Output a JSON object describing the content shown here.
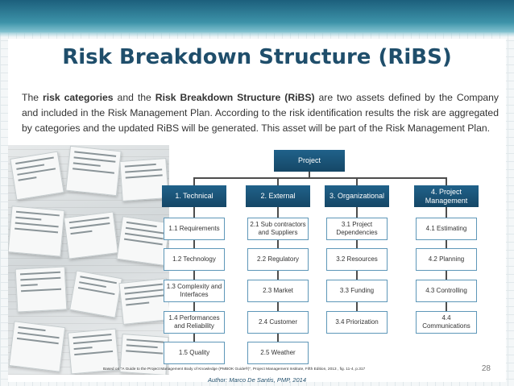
{
  "slide": {
    "title": "Risk Breakdown Structure (RiBS)",
    "intro": {
      "t1": "The ",
      "b1": "risk categories",
      "t2": " and the ",
      "b2": "Risk Breakdown Structure (RiBS)",
      "t3": " are two assets defined by the Company and included in the Risk Management Plan. According to the risk identification results the risk are aggregated by categories and the updated RiBS will be generated. This asset will be part of the Risk Management Plan."
    },
    "page_number": "28",
    "source": "Based on \"A Guide to the Project Management Body of Knowledge (PMBOK Guide®)\", Project Management Institute, Fifth Edition, 2013 , fig. 11-4, p.317",
    "author": "Author: Marco De Santis, PMP, 2014"
  },
  "chart": {
    "root": "Project",
    "categories": [
      {
        "label": "1. Technical",
        "items": [
          "1.1 Requirements",
          "1.2 Technology",
          "1.3 Complexity and Interfaces",
          "1.4 Performances and Reliability",
          "1.5 Quality"
        ]
      },
      {
        "label": "2. External",
        "items": [
          "2.1 Sub contractors and Suppliers",
          "2.2 Regulatory",
          "2.3 Market",
          "2.4 Customer",
          "2.5 Weather"
        ]
      },
      {
        "label": "3. Organizational",
        "items": [
          "3.1 Project Dependencies",
          "3.2 Resources",
          "3.3 Funding",
          "3.4 Priorization"
        ]
      },
      {
        "label": "4. Project Management",
        "items": [
          "4.1 Estimating",
          "4.2 Planning",
          "4.3 Controlling",
          "4.4 Communications"
        ]
      }
    ]
  },
  "colors": {
    "title": "#1f4e6b",
    "header_box": "#1b557a",
    "item_border": "#5e97b8",
    "band": "#2f7f9e"
  }
}
